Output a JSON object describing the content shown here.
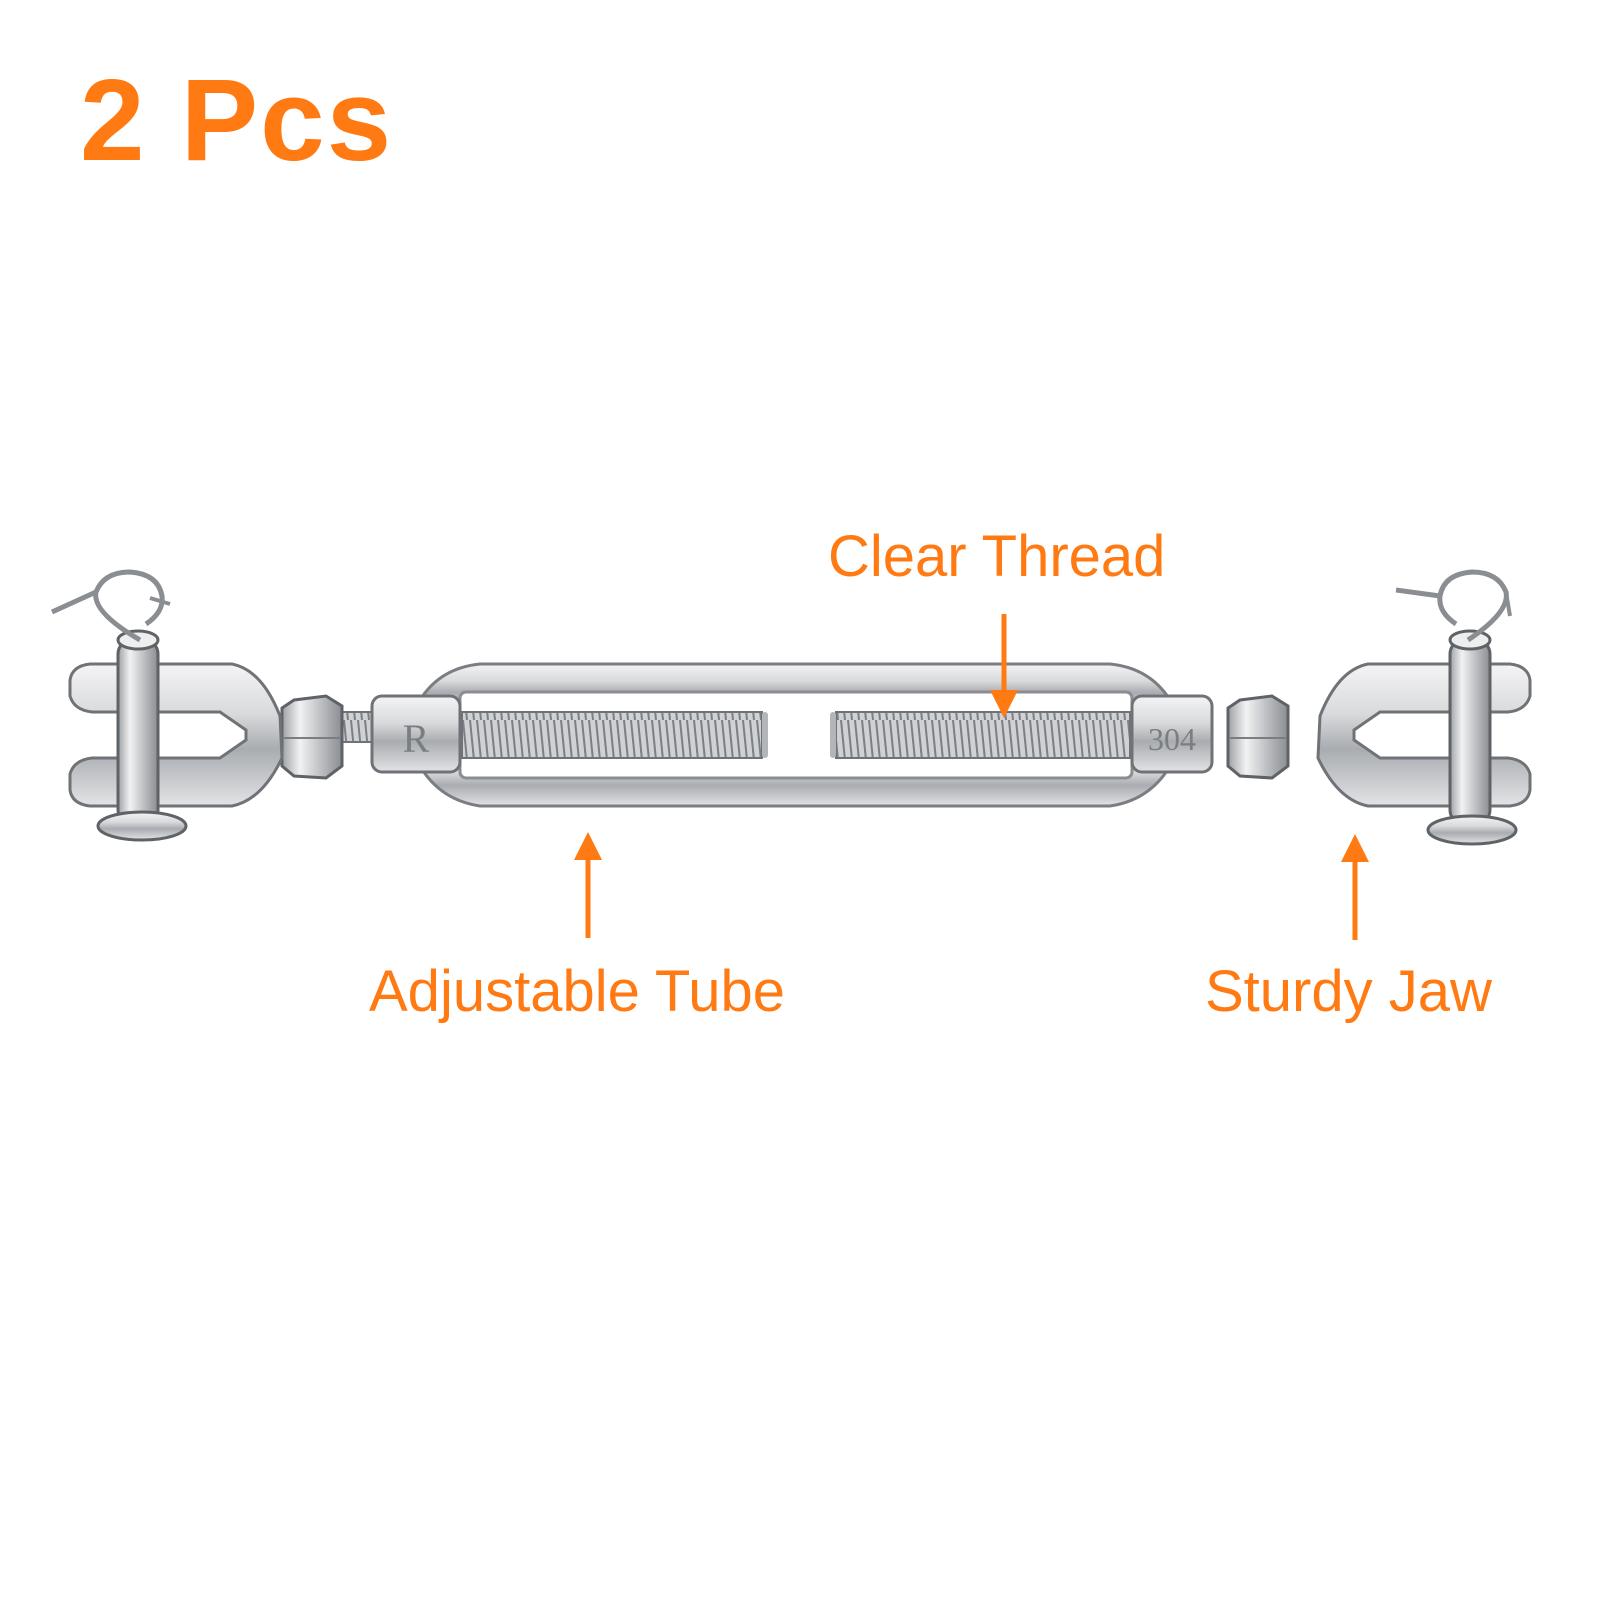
{
  "headline": "2 Pcs",
  "callouts": {
    "clear_thread": "Clear Thread",
    "adjustable_tube": "Adjustable Tube",
    "sturdy_jaw": "Sturdy Jaw"
  },
  "body_markings": {
    "left": "R",
    "right": "304"
  },
  "colors": {
    "accent": "#ff7a12",
    "metal_light": "#e8e8ea",
    "metal_mid": "#b9bbbe",
    "metal_dark": "#6f7276",
    "background": "#ffffff"
  },
  "icons": {
    "callout_arrow": "arrow-icon",
    "product": "turnbuckle-image"
  }
}
